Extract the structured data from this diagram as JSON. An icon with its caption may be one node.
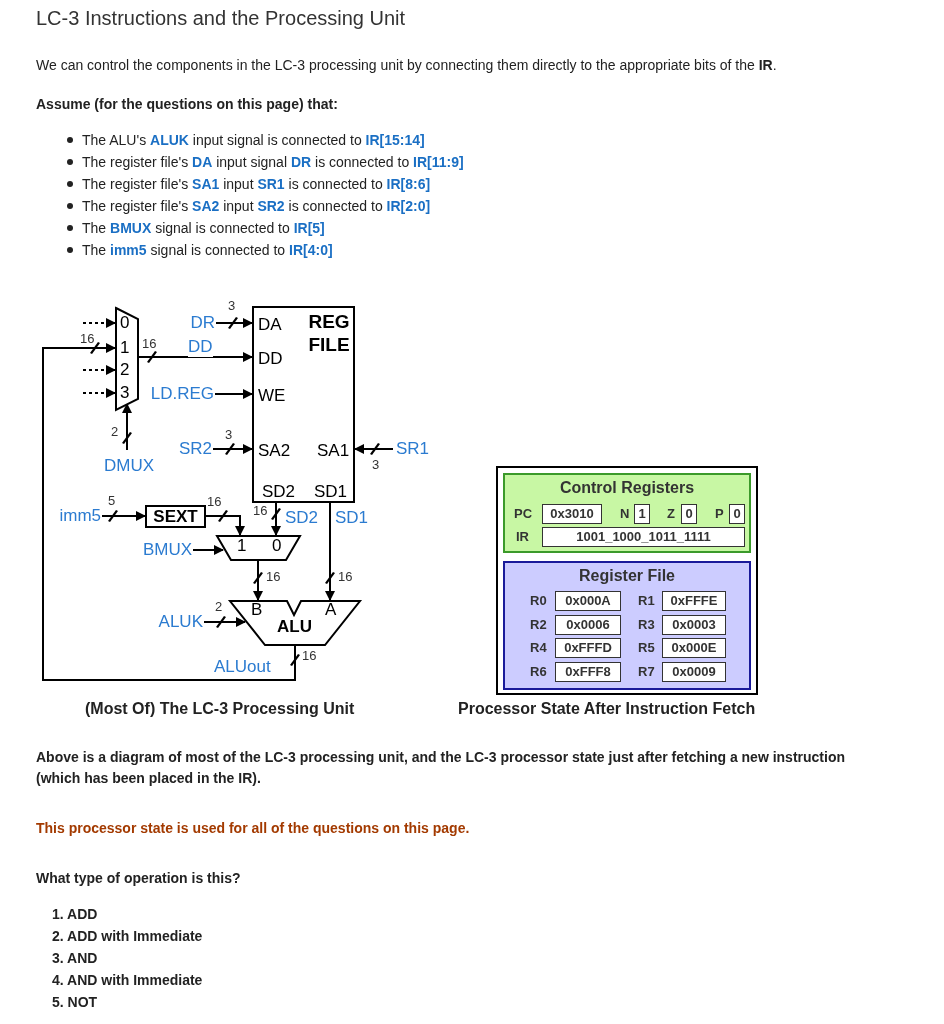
{
  "diagram": {
    "title": "LC-3 Instructions and the Processing Unit",
    "nodes": [
      {
        "text": [
          "0",
          "1",
          "2",
          "3"
        ]
      },
      {
        "text": [
          "REG FILE",
          "DA",
          "DD",
          "WE",
          "SA2",
          "SA1",
          "SD2",
          "SD1"
        ]
      },
      {
        "text": [
          "SEXT"
        ]
      },
      {
        "text": [
          "1",
          "0"
        ]
      },
      {
        "text": [
          "B",
          "A",
          "ALU"
        ]
      },
      {
        "text": [
          "DR"
        ]
      },
      {
        "text": [
          "LD.REG"
        ]
      },
      {
        "text": [
          "SR2"
        ]
      },
      {
        "text": [
          "SR1"
        ]
      },
      {
        "text": [
          "DMUX"
        ]
      },
      {
        "text": [
          "imm5"
        ]
      },
      {
        "text": [
          "BMUX"
        ]
      },
      {
        "text": [
          "ALUK"
        ]
      },
      {
        "text": [],
        "shape": "box"
      },
      {
        "text": [
          "Control Registers"
        ],
        "in": 13
      },
      {
        "text": [
          "0x3010"
        ],
        "in": 14,
        "beside": [
          "PC"
        ]
      },
      {
        "text": [
          "1"
        ],
        "in": 14,
        "beside": [
          "N"
        ]
      },
      {
        "text": [
          "0"
        ],
        "in": 14,
        "beside": [
          "Z"
        ]
      },
      {
        "text": [
          "0"
        ],
        "in": 14,
        "beside": [
          "P"
        ]
      },
      {
        "text": [
          "1001_1000_1011_1111"
        ],
        "in": 14,
        "beside": [
          "IR"
        ]
      },
      {
        "text": [
          "Register File"
        ],
        "in": 13
      },
      {
        "text": [
          "0x000A"
        ],
        "in": 20,
        "beside": [
          "R0"
        ]
      },
      {
        "text": [
          "0xFFFE"
        ],
        "in": 20,
        "beside": [
          "R1"
        ]
      },
      {
        "text": [
          "0x0006"
        ],
        "in": 20,
        "beside": [
          "R2"
        ]
      },
      {
        "text": [
          "0x0003"
        ],
        "in": 20,
        "beside": [
          "R3"
        ]
      },
      {
        "text": [
          "0xFFFD"
        ],
        "in": 20,
        "beside": [
          "R4"
        ]
      },
      {
        "text": [
          "0x000E"
        ],
        "in": 20,
        "beside": [
          "R5"
        ]
      },
      {
        "text": [
          "0xFFF8"
        ],
        "in": 20,
        "beside": [
          "R6"
        ]
      },
      {
        "text": [
          "0x0009"
        ],
        "in": 20,
        "beside": [
          "R7"
        ]
      }
    ],
    "edges": [
      {
        "from": 5,
        "to": 1,
        "arrow": "to"
      },
      {
        "from": 0,
        "to": 1,
        "arrow": "to",
        "label": "DD"
      },
      {
        "from": 6,
        "to": 1,
        "arrow": "to"
      },
      {
        "from": 7,
        "to": 1,
        "arrow": "to"
      },
      {
        "from": 8,
        "to": 1,
        "arrow": "to"
      },
      {
        "from": 9,
        "to": 0,
        "arrow": "to"
      },
      {
        "from": 10,
        "to": 2,
        "arrow": "to"
      },
      {
        "from": 2,
        "to": 3,
        "arrow": "to"
      },
      {
        "from": 1,
        "to": 3,
        "arrow": "to",
        "label": "SD2"
      },
      {
        "from": 11,
        "to": 3,
        "arrow": "to"
      },
      {
        "from": 1,
        "to": 4,
        "arrow": "to",
        "label": "SD1"
      },
      {
        "from": 3,
        "to": 4,
        "arrow": "to"
      },
      {
        "from": 12,
        "to": 4,
        "arrow": "to"
      },
      {
        "from": 4,
        "to": 0,
        "arrow": "to",
        "label": "ALUout"
      },
      {
        "from": null,
        "to": 0,
        "arrow": "to",
        "style": "dashed"
      },
      {
        "from": null,
        "to": 0,
        "arrow": "to",
        "style": "dashed"
      },
      {
        "from": null,
        "to": 0,
        "arrow": "to",
        "style": "dashed"
      }
    ],
    "labels": [
      "We can control the components in the LC-3 processing unit by connecting them directly to the appropriate bits of the **IR**.",
      "Assume (for the questions on this page) that:",
      "The ALU's **ALUK** input signal is connected to **IR[15:14]**",
      "The register file's **DA** input signal **DR** is connected to **IR[11:9]**",
      "The register file's **SA1** input **SR1** is connected to **IR[8:6]**",
      "The register file's **SA2** input **SR2** is connected to **IR[2:0]**",
      "The **BMUX** signal is connected to **IR[5]**",
      "The **imm5** signal is connected to **IR[4:0]**",
      "3",
      "16",
      "16",
      "3",
      "3",
      "2",
      "5",
      "16",
      "16",
      "16",
      "16",
      "2",
      "16",
      "(Most Of) The LC-3 Processing Unit",
      "Processor State After Instruction Fetch",
      "Above is a diagram of most of the LC-3 processing unit, and the LC-3 processor state just after fetching a new instruction (which has been placed in the IR).",
      "This processor state is used for all of the questions on this page.",
      "What type of operation is this?",
      "1. ADD",
      "2. ADD with Immediate",
      "3. AND",
      "4. AND with Immediate",
      "5. NOT"
    ]
  }
}
